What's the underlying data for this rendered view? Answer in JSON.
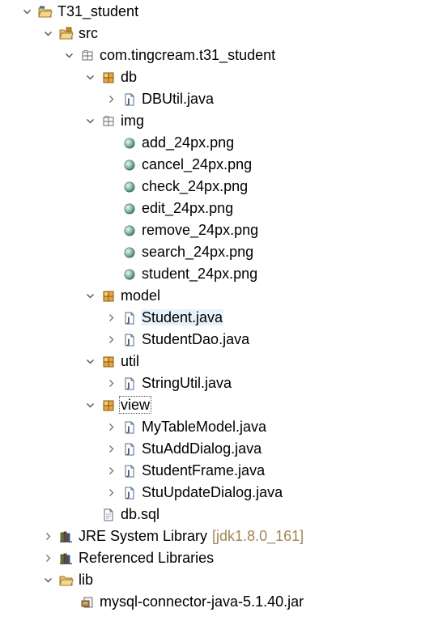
{
  "colors": {
    "selection": "#e5f1fb",
    "decoration": "#a48650",
    "folder": "#e8c26a",
    "package": "#b8860b",
    "chevron": "#555555"
  },
  "tree": [
    {
      "id": "t31-student",
      "label": "T31_student",
      "decor": "",
      "depth": 0,
      "toggle": "open",
      "icon": "project-folder-icon",
      "row": 0
    },
    {
      "id": "src",
      "label": "src",
      "decor": "",
      "depth": 1,
      "toggle": "open",
      "icon": "source-folder-icon",
      "row": 1
    },
    {
      "id": "com-tingcream",
      "label": "com.tingcream.t31_student",
      "decor": "",
      "depth": 2,
      "toggle": "open",
      "icon": "package-empty-icon",
      "row": 2
    },
    {
      "id": "db",
      "label": "db",
      "decor": "",
      "depth": 3,
      "toggle": "open",
      "icon": "package-icon",
      "row": 3
    },
    {
      "id": "dbutil-java",
      "label": "DBUtil.java",
      "decor": "",
      "depth": 4,
      "toggle": "closed",
      "icon": "java-file-icon",
      "row": 4
    },
    {
      "id": "img",
      "label": "img",
      "decor": "",
      "depth": 3,
      "toggle": "open",
      "icon": "package-empty-icon",
      "row": 5
    },
    {
      "id": "add-png",
      "label": "add_24px.png",
      "decor": "",
      "depth": 4,
      "toggle": "none",
      "icon": "image-file-icon",
      "row": 6
    },
    {
      "id": "cancel-png",
      "label": "cancel_24px.png",
      "decor": "",
      "depth": 4,
      "toggle": "none",
      "icon": "image-file-icon",
      "row": 7
    },
    {
      "id": "check-png",
      "label": "check_24px.png",
      "decor": "",
      "depth": 4,
      "toggle": "none",
      "icon": "image-file-icon",
      "row": 8
    },
    {
      "id": "edit-png",
      "label": "edit_24px.png",
      "decor": "",
      "depth": 4,
      "toggle": "none",
      "icon": "image-file-icon",
      "row": 9
    },
    {
      "id": "remove-png",
      "label": "remove_24px.png",
      "decor": "",
      "depth": 4,
      "toggle": "none",
      "icon": "image-file-icon",
      "row": 10
    },
    {
      "id": "search-png",
      "label": "search_24px.png",
      "decor": "",
      "depth": 4,
      "toggle": "none",
      "icon": "image-file-icon",
      "row": 11
    },
    {
      "id": "student-png",
      "label": "student_24px.png",
      "decor": "",
      "depth": 4,
      "toggle": "none",
      "icon": "image-file-icon",
      "row": 12
    },
    {
      "id": "model",
      "label": "model",
      "decor": "",
      "depth": 3,
      "toggle": "open",
      "icon": "package-icon",
      "row": 13
    },
    {
      "id": "student-java",
      "label": "Student.java",
      "decor": "",
      "depth": 4,
      "toggle": "closed",
      "icon": "java-file-icon",
      "row": 14,
      "selected": true
    },
    {
      "id": "studentdao-java",
      "label": "StudentDao.java",
      "decor": "",
      "depth": 4,
      "toggle": "closed",
      "icon": "java-file-icon",
      "row": 15
    },
    {
      "id": "util",
      "label": "util",
      "decor": "",
      "depth": 3,
      "toggle": "open",
      "icon": "package-icon",
      "row": 16
    },
    {
      "id": "stringutil-java",
      "label": "StringUtil.java",
      "decor": "",
      "depth": 4,
      "toggle": "closed",
      "icon": "java-file-icon",
      "row": 17
    },
    {
      "id": "view",
      "label": "view",
      "decor": "",
      "depth": 3,
      "toggle": "open",
      "icon": "package-icon",
      "row": 18,
      "focused": true
    },
    {
      "id": "mytablemodel-java",
      "label": "MyTableModel.java",
      "decor": "",
      "depth": 4,
      "toggle": "closed",
      "icon": "java-file-icon",
      "row": 19
    },
    {
      "id": "stuadddialog-java",
      "label": "StuAddDialog.java",
      "decor": "",
      "depth": 4,
      "toggle": "closed",
      "icon": "java-file-icon",
      "row": 20
    },
    {
      "id": "studentframe-java",
      "label": "StudentFrame.java",
      "decor": "",
      "depth": 4,
      "toggle": "closed",
      "icon": "java-file-icon",
      "row": 21
    },
    {
      "id": "stuupdatedialog-java",
      "label": "StuUpdateDialog.java",
      "decor": "",
      "depth": 4,
      "toggle": "closed",
      "icon": "java-file-icon",
      "row": 22
    },
    {
      "id": "db-sql",
      "label": "db.sql",
      "decor": "",
      "depth": 3,
      "toggle": "none",
      "icon": "sql-file-icon",
      "row": 23
    },
    {
      "id": "jre-library",
      "label": "JRE System Library",
      "decor": "[jdk1.8.0_161]",
      "depth": 1,
      "toggle": "closed",
      "icon": "library-icon",
      "row": 24
    },
    {
      "id": "referenced-libraries",
      "label": "Referenced Libraries",
      "decor": "",
      "depth": 1,
      "toggle": "closed",
      "icon": "library-icon",
      "row": 25
    },
    {
      "id": "lib",
      "label": "lib",
      "decor": "",
      "depth": 1,
      "toggle": "open",
      "icon": "folder-icon",
      "row": 26
    },
    {
      "id": "mysql-jar",
      "label": "mysql-connector-java-5.1.40.jar",
      "decor": "",
      "depth": 2,
      "toggle": "none",
      "icon": "jar-file-icon",
      "row": 27
    }
  ]
}
